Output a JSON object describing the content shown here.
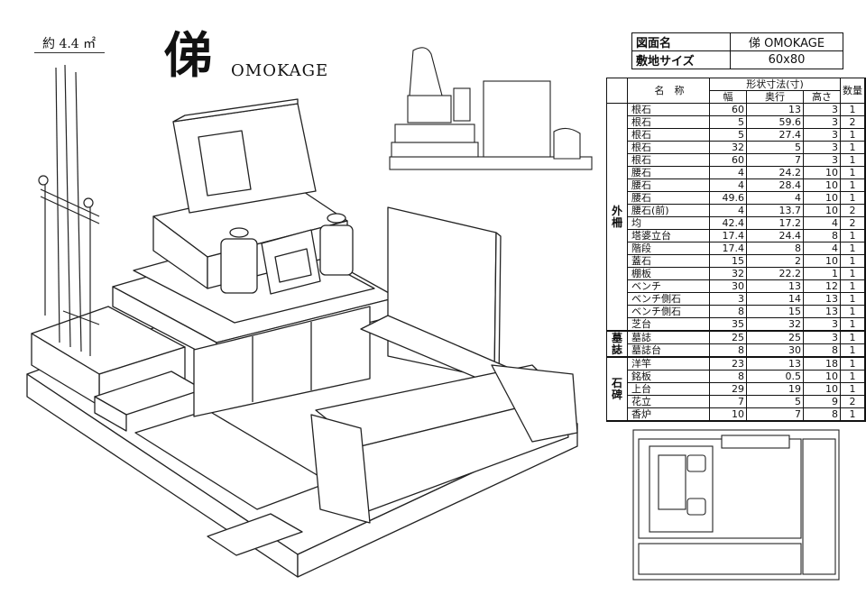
{
  "header": {
    "area": "約 4.4 ㎡",
    "kanji": "俤",
    "name": "OMOKAGE"
  },
  "info": {
    "rows": [
      {
        "key": "図面名",
        "value": "俤 OMOKAGE"
      },
      {
        "key": "敷地サイズ",
        "value": "60x80"
      }
    ]
  },
  "parts_table": {
    "header_dims": "形状寸法(寸)",
    "header_name": "名　称",
    "header_width": "幅",
    "header_depth": "奥行",
    "header_height": "高さ",
    "header_qty": "数量",
    "groups": [
      {
        "label": "外柵",
        "rows": [
          {
            "name": "根石",
            "w": "60",
            "d": "13",
            "h": "3",
            "q": "1"
          },
          {
            "name": "根石",
            "w": "5",
            "d": "59.6",
            "h": "3",
            "q": "2"
          },
          {
            "name": "根石",
            "w": "5",
            "d": "27.4",
            "h": "3",
            "q": "1"
          },
          {
            "name": "根石",
            "w": "32",
            "d": "5",
            "h": "3",
            "q": "1"
          },
          {
            "name": "根石",
            "w": "60",
            "d": "7",
            "h": "3",
            "q": "1"
          },
          {
            "name": "腰石",
            "w": "4",
            "d": "24.2",
            "h": "10",
            "q": "1"
          },
          {
            "name": "腰石",
            "w": "4",
            "d": "28.4",
            "h": "10",
            "q": "1"
          },
          {
            "name": "腰石",
            "w": "49.6",
            "d": "4",
            "h": "10",
            "q": "1"
          },
          {
            "name": "腰石(前)",
            "w": "4",
            "d": "13.7",
            "h": "10",
            "q": "2"
          },
          {
            "name": "均",
            "w": "42.4",
            "d": "17.2",
            "h": "4",
            "q": "2"
          },
          {
            "name": "塔婆立台",
            "w": "17.4",
            "d": "24.4",
            "h": "8",
            "q": "1"
          },
          {
            "name": "階段",
            "w": "17.4",
            "d": "8",
            "h": "4",
            "q": "1"
          },
          {
            "name": "蓋石",
            "w": "15",
            "d": "2",
            "h": "10",
            "q": "1"
          },
          {
            "name": "棚板",
            "w": "32",
            "d": "22.2",
            "h": "1",
            "q": "1"
          },
          {
            "name": "ベンチ",
            "w": "30",
            "d": "13",
            "h": "12",
            "q": "1"
          },
          {
            "name": "ベンチ側石",
            "w": "3",
            "d": "14",
            "h": "13",
            "q": "1"
          },
          {
            "name": "ベンチ側石",
            "w": "8",
            "d": "15",
            "h": "13",
            "q": "1"
          },
          {
            "name": "芝台",
            "w": "35",
            "d": "32",
            "h": "3",
            "q": "1"
          }
        ]
      },
      {
        "label": "墓誌",
        "rows": [
          {
            "name": "墓誌",
            "w": "25",
            "d": "25",
            "h": "3",
            "q": "1"
          },
          {
            "name": "墓誌台",
            "w": "8",
            "d": "30",
            "h": "8",
            "q": "1"
          }
        ]
      },
      {
        "label": "石碑",
        "rows": [
          {
            "name": "洋竿",
            "w": "23",
            "d": "13",
            "h": "18",
            "q": "1"
          },
          {
            "name": "銘板",
            "w": "8",
            "d": "0.5",
            "h": "10",
            "q": "1"
          },
          {
            "name": "上台",
            "w": "29",
            "d": "19",
            "h": "10",
            "q": "1"
          },
          {
            "name": "花立",
            "w": "7",
            "d": "5",
            "h": "9",
            "q": "2"
          },
          {
            "name": "香炉",
            "w": "10",
            "d": "7",
            "h": "8",
            "q": "1"
          }
        ]
      }
    ]
  }
}
